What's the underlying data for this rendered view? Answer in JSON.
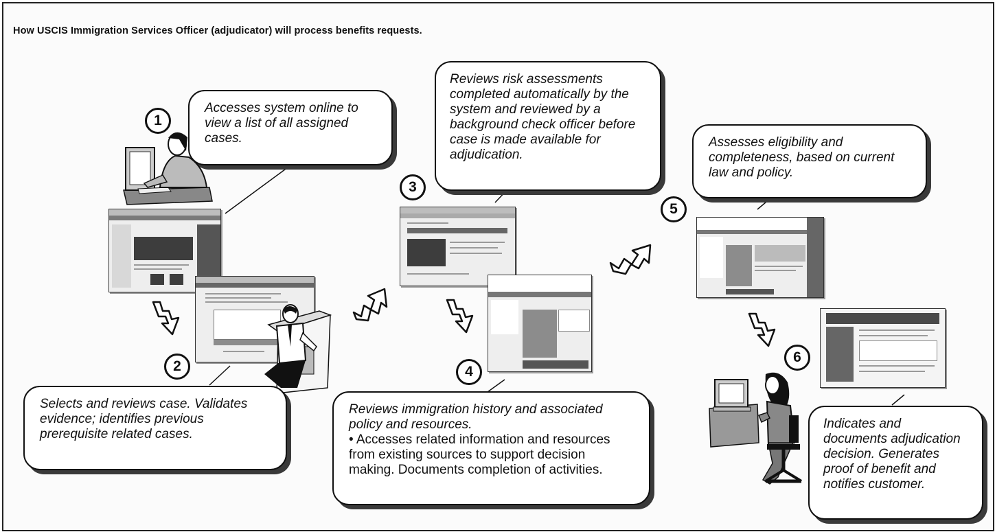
{
  "title": "How USCIS Immigration Services Officer (adjudicator) will process benefits requests.",
  "steps": [
    {
      "number": "1",
      "text": "Accesses system online to view a list of all assigned cases."
    },
    {
      "number": "2",
      "text": "Selects and reviews case. Validates evidence; identifies previous prerequisite related cases."
    },
    {
      "number": "3",
      "text": "Reviews risk assessments completed automatically by the system and reviewed by a background check officer before case is made available for adjudication."
    },
    {
      "number": "4",
      "text": "Reviews immigration history and associated policy and resources.",
      "bullet": "• Accesses related information and resources from existing sources  to support decision making.  Documents completion of activities."
    },
    {
      "number": "5",
      "text": "Assesses eligibility and completeness, based on current law and policy."
    },
    {
      "number": "6",
      "text": "Indicates and documents adjudication decision. Generates proof of benefit and notifies customer."
    }
  ],
  "colors": {
    "ink": "#111111",
    "shadow": "#3a3a3a",
    "background": "#fbfbfb"
  },
  "icons": [
    "worker-at-computer-icon",
    "clerk-filing-icon",
    "seated-officer-icon",
    "flow-arrow-icon"
  ]
}
